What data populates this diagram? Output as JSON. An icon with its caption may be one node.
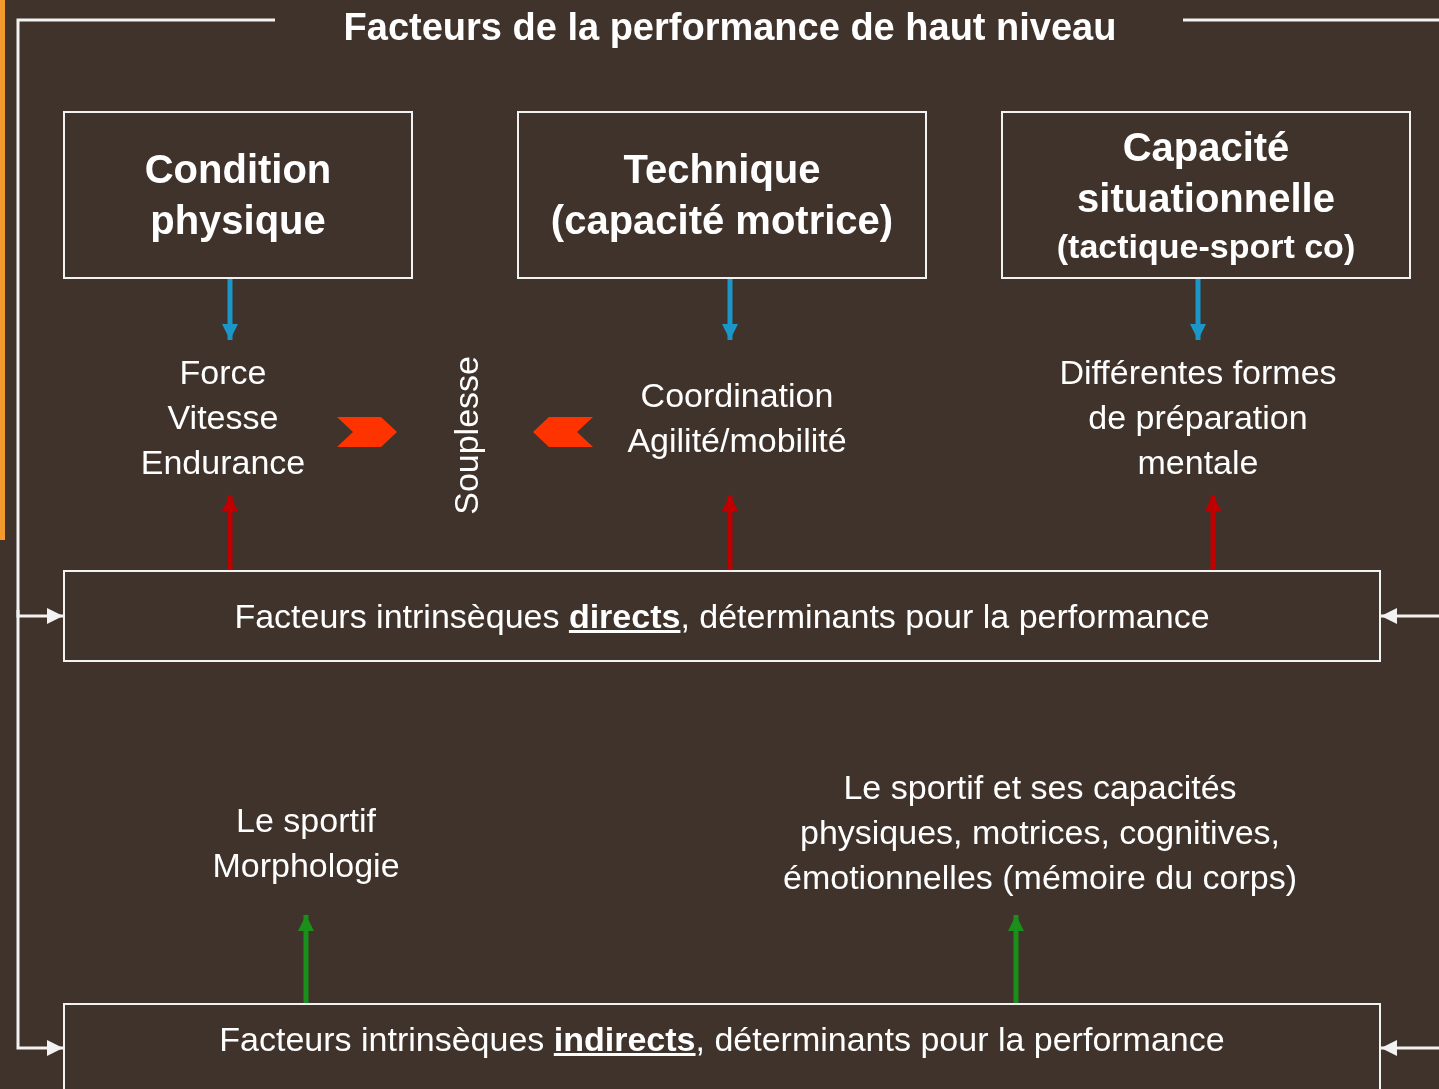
{
  "diagram": {
    "title": "Facteurs de la performance de haut niveau",
    "nodes": [
      {
        "text": [
          "Condition physique"
        ]
      },
      {
        "text": [
          "Technique (capacité motrice)"
        ]
      },
      {
        "text": [
          "Capacité situationnelle",
          "(tactique-sport co)"
        ]
      },
      {
        "text": [
          "Force Vitesse Endurance"
        ]
      },
      {
        "text": [
          "Souplesse"
        ]
      },
      {
        "text": [
          "Coordination Agilité/mobilité"
        ]
      },
      {
        "text": [
          "Différentes formes de préparation mentale"
        ]
      },
      {
        "text": [
          "Facteurs intrinsèques **directs**, déterminants pour la performance"
        ]
      },
      {
        "text": [
          "Le sportif Morphologie"
        ]
      },
      {
        "text": [
          "Le sportif et ses capacités physiques, motrices, cognitives, émotionnelles (mémoire du corps)"
        ]
      },
      {
        "text": [
          "Facteurs intrinsèques **indirects**, déterminants pour la performance"
        ]
      }
    ],
    "edges": [
      {
        "from": 0,
        "to": 3,
        "arrow": "to",
        "color": "#1a96c8"
      },
      {
        "from": 1,
        "to": 5,
        "arrow": "to",
        "color": "#1a96c8"
      },
      {
        "from": 2,
        "to": 6,
        "arrow": "to",
        "color": "#1a96c8"
      },
      {
        "from": 3,
        "to": 4,
        "arrow": "to",
        "style": "thick",
        "color": "#ff3300"
      },
      {
        "from": 5,
        "to": 4,
        "arrow": "to",
        "style": "thick",
        "color": "#ff3300"
      },
      {
        "from": 7,
        "to": 3,
        "arrow": "to",
        "color": "#c00000"
      },
      {
        "from": 7,
        "to": 5,
        "arrow": "to",
        "color": "#c00000"
      },
      {
        "from": 7,
        "to": 6,
        "arrow": "to",
        "color": "#c00000"
      },
      {
        "from": 10,
        "to": 8,
        "arrow": "to",
        "color": "#1a8f1a"
      },
      {
        "from": 10,
        "to": 9,
        "arrow": "to",
        "color": "#1a8f1a"
      },
      {
        "from": null,
        "to": 7,
        "arrow": "to"
      },
      {
        "from": null,
        "to": 10,
        "arrow": "to"
      },
      {
        "from": null,
        "to": 7,
        "arrow": "to"
      },
      {
        "from": null,
        "to": 10,
        "arrow": "to"
      }
    ]
  }
}
